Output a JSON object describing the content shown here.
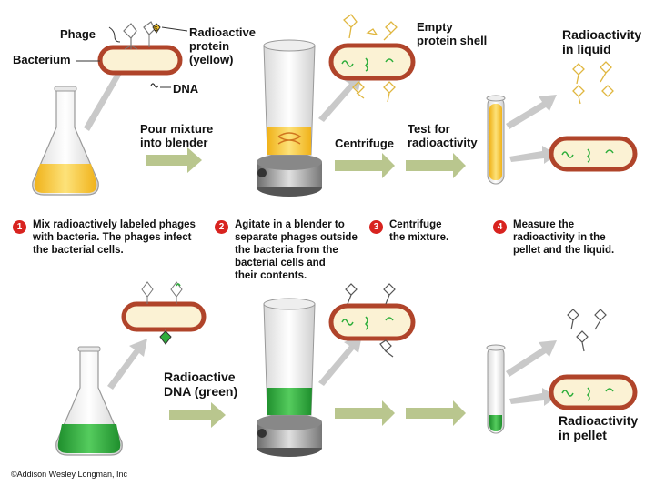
{
  "labels": {
    "phage": "Phage",
    "bacterium": "Bacterium",
    "radioactive_protein": "Radioactive\nprotein\n(yellow)",
    "dna": "DNA",
    "pour_mixture": "Pour mixture\ninto blender",
    "empty_protein_shell": "Empty\nprotein shell",
    "radioactivity_in_liquid": "Radioactivity\nin liquid",
    "centrifuge": "Centrifuge",
    "test_for_radioactivity": "Test for\nradioactivity",
    "radioactive_dna_green": "Radioactive\nDNA (green)",
    "radioactivity_in_pellet": "Radioactivity\nin pellet"
  },
  "steps": [
    {
      "number": "1",
      "text": "Mix radioactively labeled phages\nwith bacteria. The phages infect\nthe bacterial cells."
    },
    {
      "number": "2",
      "text": "Agitate in a blender to\nseparate phages outside\nthe bacteria from the\nbacterial cells and\ntheir contents."
    },
    {
      "number": "3",
      "text": "Centrifuge\nthe mixture."
    },
    {
      "number": "4",
      "text": "Measure the\nradioactivity in the\npellet and the liquid."
    }
  ],
  "copyright": "©Addison Wesley Longman, Inc",
  "colors": {
    "protein_yellow": "#f6c52a",
    "dna_green": "#2fae3c",
    "cell_outline": "#b0442a",
    "cell_fill": "#fbf2d4",
    "arrow_green": "#b9c68e",
    "arrow_gray": "#c9c9c9",
    "step_badge": "#d8231f"
  }
}
